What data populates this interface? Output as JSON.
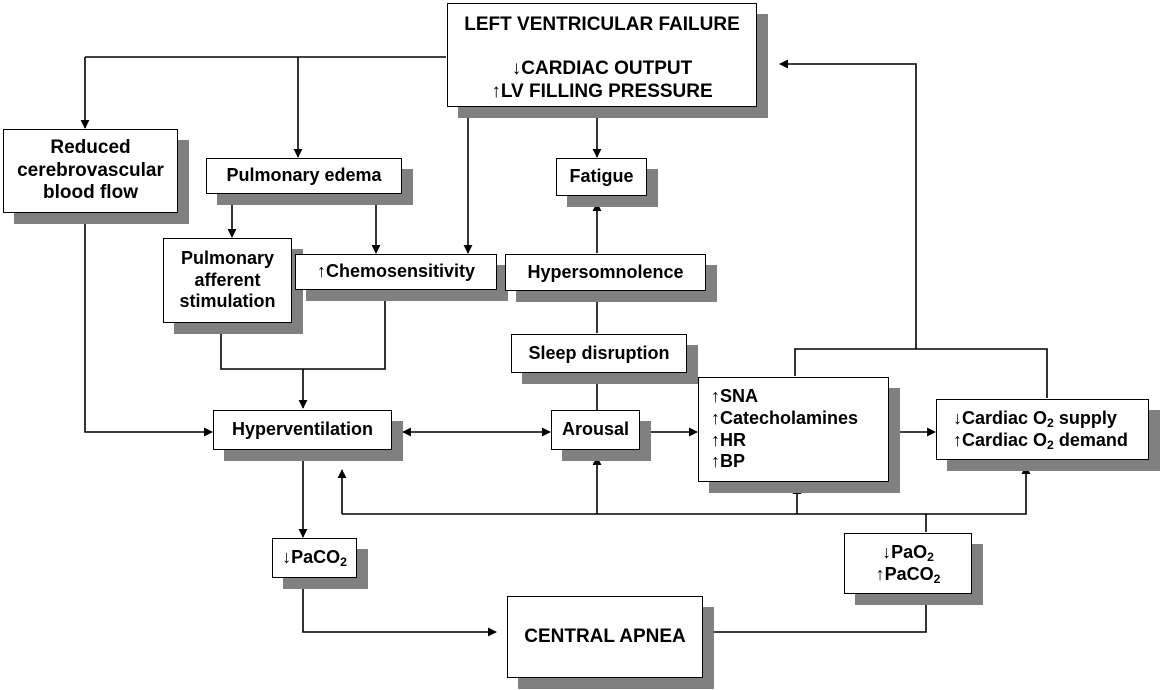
{
  "nodes": {
    "lvf": {
      "title": "LEFT VENTRICULAR FAILURE",
      "line2": "↓CARDIAC OUTPUT",
      "line3": "↑LV FILLING PRESSURE"
    },
    "reduced_cbf": {
      "line1": "Reduced",
      "line2": "cerebrovascular",
      "line3": "blood flow"
    },
    "pulmonary_edema": {
      "label": "Pulmonary edema"
    },
    "fatigue": {
      "label": "Fatigue"
    },
    "pulmonary_afferent": {
      "line1": "Pulmonary",
      "line2": "afferent",
      "line3": "stimulation"
    },
    "chemosensitivity": {
      "label": "↑Chemosensitivity"
    },
    "hypersomnolence": {
      "label": "Hypersomnolence"
    },
    "sleep_disruption": {
      "label": "Sleep disruption"
    },
    "hyperventilation": {
      "label": "Hyperventilation"
    },
    "arousal": {
      "label": "Arousal"
    },
    "sympathetic": {
      "line1": "↑SNA",
      "line2": "↑Catecholamines",
      "line3": "↑HR",
      "line4": "↑BP"
    },
    "cardiac_o2": {
      "line1_prefix": "↓Cardiac O",
      "line1_sub": "2",
      "line1_suffix": " supply",
      "line2_prefix": "↑Cardiac O",
      "line2_sub": "2",
      "line2_suffix": " demand"
    },
    "paco2_low": {
      "prefix": "↓PaCO",
      "sub": "2"
    },
    "blood_gases": {
      "line1_prefix": "↓PaO",
      "line1_sub": "2",
      "line2_prefix": "↑PaCO",
      "line2_sub": "2"
    },
    "central_apnea": {
      "label": "CENTRAL APNEA"
    }
  },
  "colors": {
    "line": "#000000",
    "box_fill": "#ffffff",
    "shadow": "#808080"
  }
}
